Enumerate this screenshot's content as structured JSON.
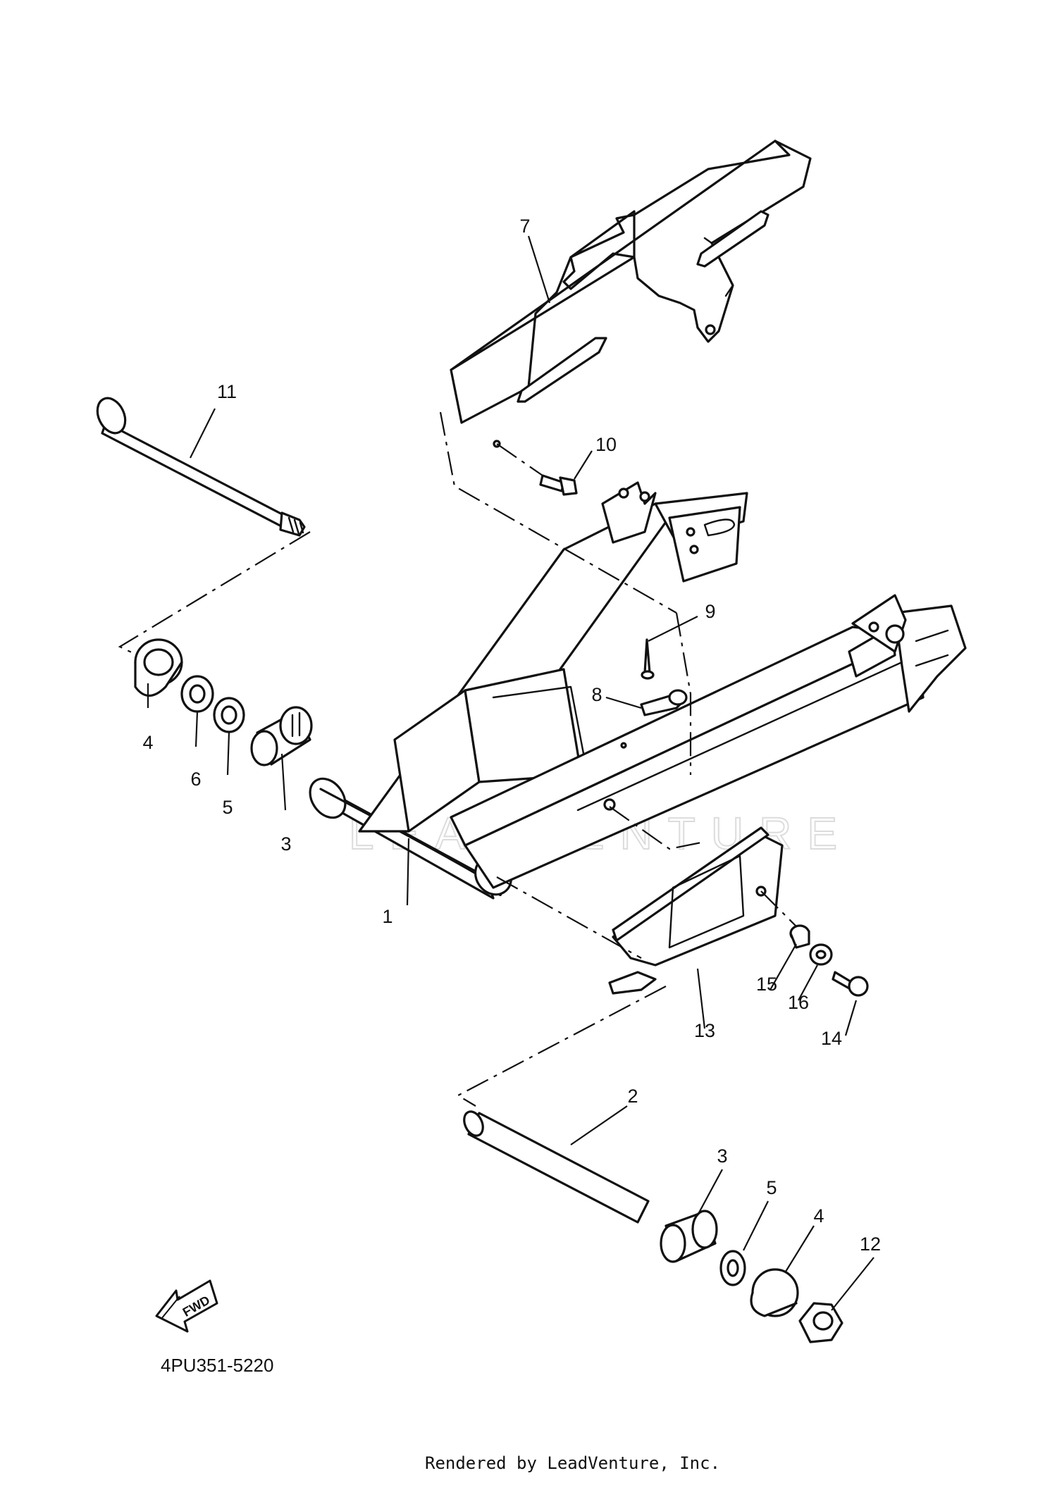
{
  "diagram": {
    "code": "4PU351-5220",
    "footer": "Rendered by LeadVenture, Inc.",
    "watermark": "LEADVENTURE",
    "fwd_label": "FWD",
    "callouts": [
      {
        "id": "c1",
        "label": "1"
      },
      {
        "id": "c2",
        "label": "2"
      },
      {
        "id": "c3a",
        "label": "3"
      },
      {
        "id": "c3b",
        "label": "3"
      },
      {
        "id": "c4a",
        "label": "4"
      },
      {
        "id": "c4b",
        "label": "4"
      },
      {
        "id": "c5a",
        "label": "5"
      },
      {
        "id": "c5b",
        "label": "5"
      },
      {
        "id": "c6",
        "label": "6"
      },
      {
        "id": "c7",
        "label": "7"
      },
      {
        "id": "c8",
        "label": "8"
      },
      {
        "id": "c9",
        "label": "9"
      },
      {
        "id": "c10",
        "label": "10"
      },
      {
        "id": "c11",
        "label": "11"
      },
      {
        "id": "c12",
        "label": "12"
      },
      {
        "id": "c13",
        "label": "13"
      },
      {
        "id": "c14",
        "label": "14"
      },
      {
        "id": "c15",
        "label": "15"
      },
      {
        "id": "c16",
        "label": "16"
      }
    ]
  }
}
